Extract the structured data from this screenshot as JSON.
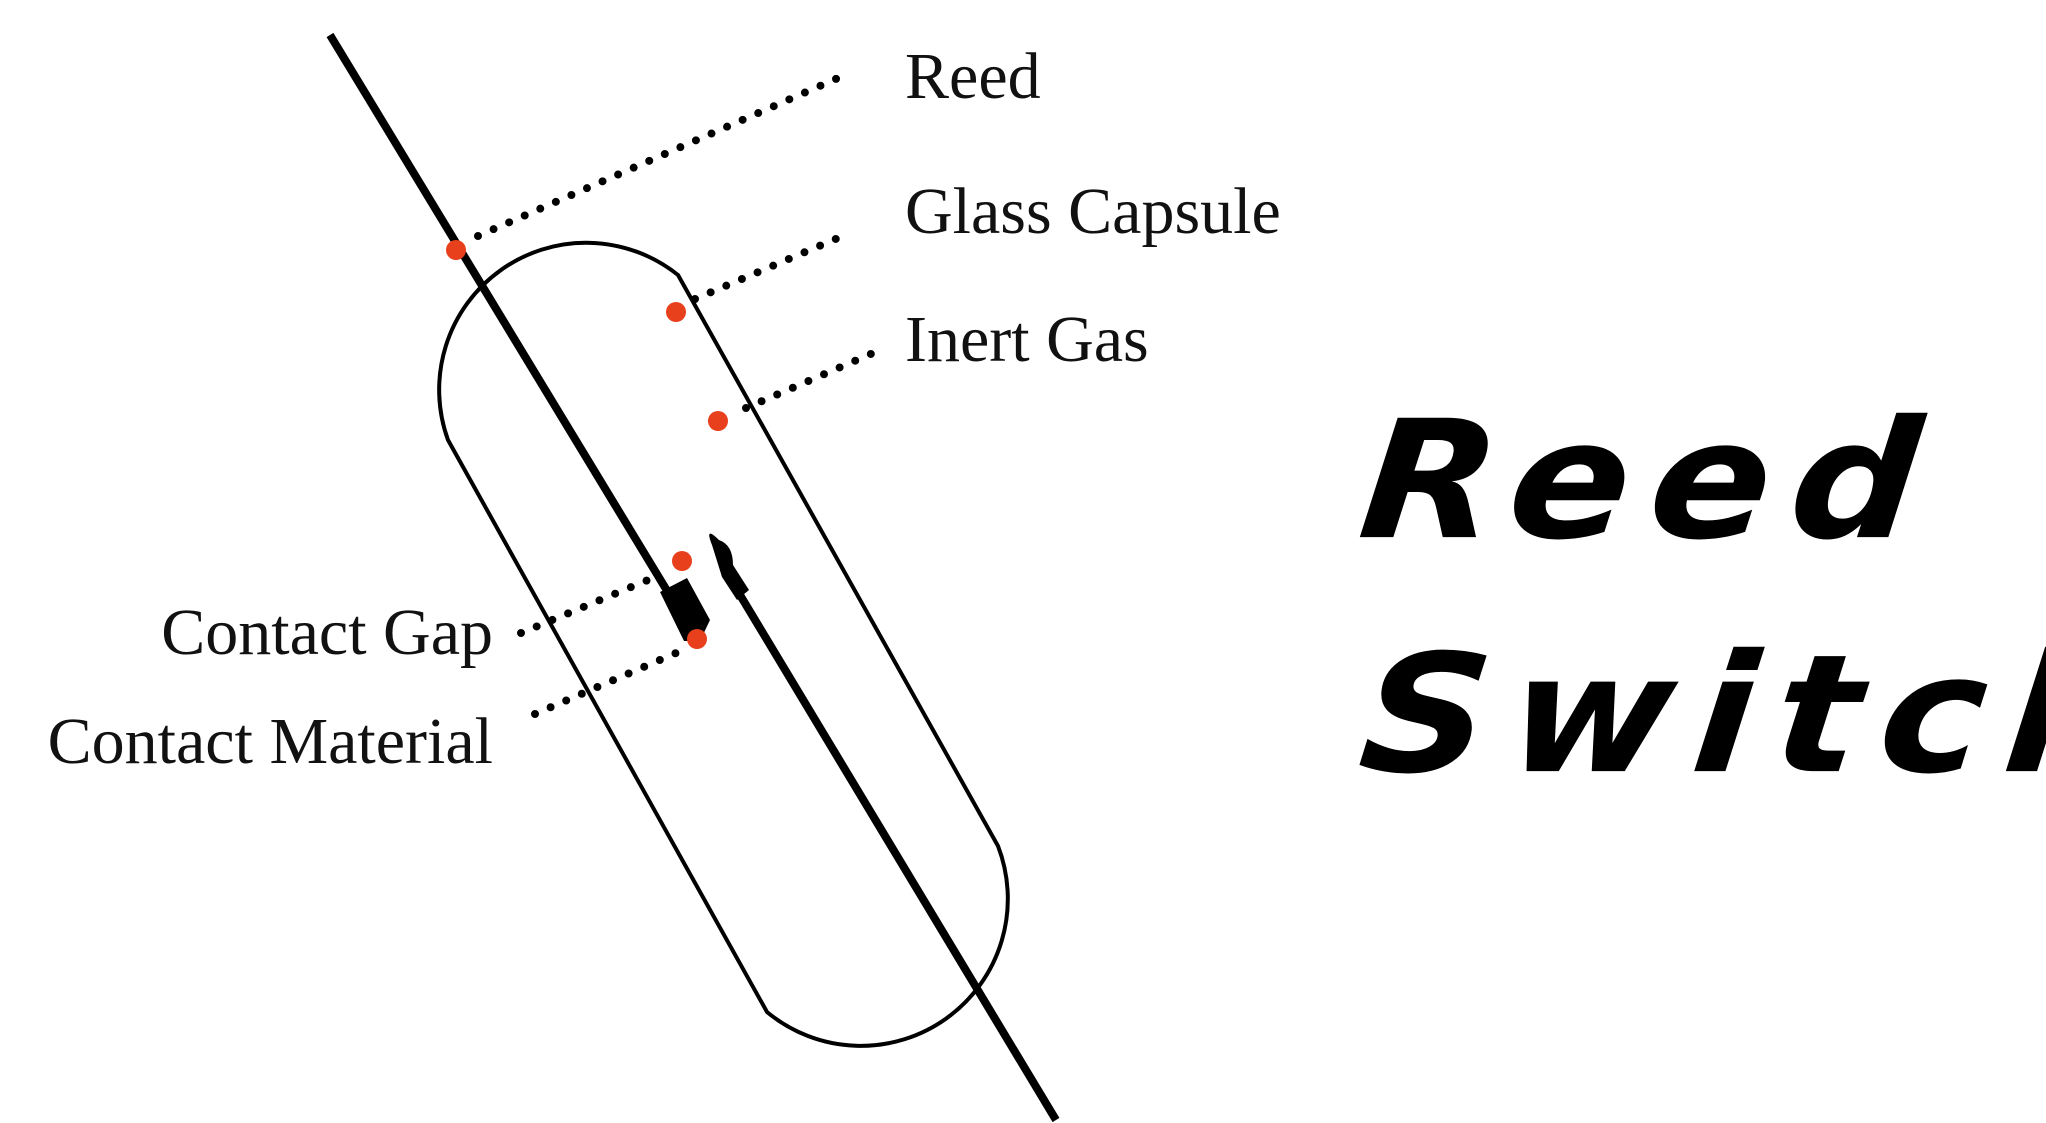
{
  "labels": {
    "reed": "Reed",
    "glass_capsule": "Glass Capsule",
    "inert_gas": "Inert Gas",
    "contact_gap": "Contact Gap",
    "contact_material": "Contact Material"
  },
  "title": {
    "line1": "Reed",
    "line2": "Switch"
  },
  "colors": {
    "marker": "#e8401c",
    "stroke": "#000000",
    "text": "#111111"
  }
}
